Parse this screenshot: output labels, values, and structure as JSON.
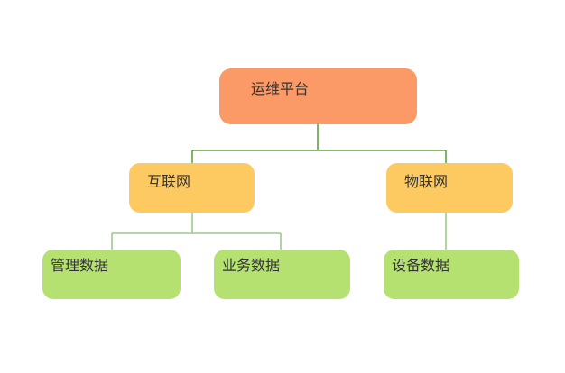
{
  "diagram": {
    "type": "tree",
    "background": "#FFFFFF",
    "nodes": [
      {
        "id": "root",
        "label": "运维平台",
        "level": 1,
        "parent": null
      },
      {
        "id": "internet",
        "label": "互联网",
        "level": 2,
        "parent": "root"
      },
      {
        "id": "iot",
        "label": "物联网",
        "level": 2,
        "parent": "root"
      },
      {
        "id": "mgmt",
        "label": "管理数据",
        "level": 3,
        "parent": "internet"
      },
      {
        "id": "biz",
        "label": "业务数据",
        "level": 3,
        "parent": "internet"
      },
      {
        "id": "device",
        "label": "设备数据",
        "level": 3,
        "parent": "iot"
      }
    ],
    "colors": {
      "level1_fill": "#FB9A66",
      "level2_fill": "#FDCA61",
      "level3_fill": "#B5E170",
      "connector_primary": "#60A437",
      "connector_secondary": "#9FC988",
      "text": "#333333"
    }
  }
}
